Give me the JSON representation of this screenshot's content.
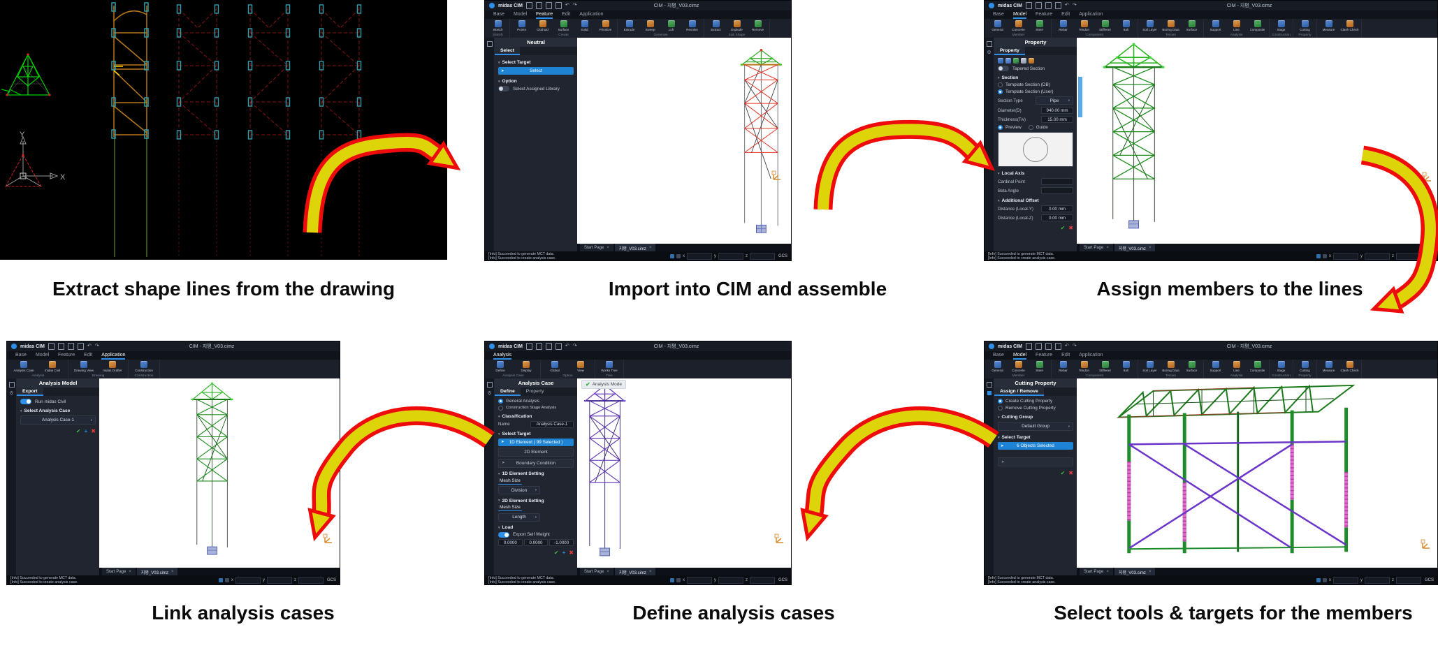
{
  "captions": {
    "extract": "Extract shape lines from the drawing",
    "import": "Import into CIM and assemble",
    "assign": "Assign members to the lines",
    "link": "Link analysis cases",
    "define": "Define analysis cases",
    "select": "Select tools & targets for the members"
  },
  "glyphs": {
    "caret": "▾",
    "dd": "▾",
    "cursor": "➤",
    "close": "×",
    "check": "✔",
    "plus": "+",
    "cross": "✖",
    "undo": "↶",
    "redo": "↷"
  },
  "colors": {
    "accent_blue": "#2e8fe8",
    "select_button_blue": "#1e83d3",
    "arrow_yellow": "#ddd50a",
    "arrow_red": "#ee0b0b",
    "cad_green": "#00cc00",
    "cad_orange": "#b8791a",
    "cad_cyan": "#2f9fae",
    "cad_red": "#8a1510",
    "model_red": "#e03225",
    "model_green": "#1d8c1d",
    "model_purple": "#5b32b4",
    "cut_pink": "#e06ad0",
    "status_green": "#43b649",
    "status_red": "#e23b3b"
  },
  "window": {
    "brand": "midas CIM",
    "doc_title": "CIM - 지평_V03.cimz",
    "vtab_start": "Start Page",
    "vtab_doc": "지평_V03.cimz",
    "status1": "[Info] Succeeded to generate MCT data.",
    "status2": "[Info] Succeeded to create analysis case.",
    "coord_x": "x",
    "coord_y": "y",
    "coord_z": "z",
    "gcs": "GCS"
  },
  "menus": {
    "m0": "Base",
    "m1": "Model",
    "m2": "Feature",
    "m3": "Edit",
    "m4": "Application",
    "analysis": "Analysis"
  },
  "ribbons": {
    "feature": {
      "groups": [
        {
          "label": "Sketch",
          "items": [
            "Sketch"
          ]
        },
        {
          "label": "Create",
          "items": [
            "Points",
            "Clothoid",
            "Surface",
            "Solid",
            "Primitive"
          ]
        },
        {
          "label": "Generate",
          "items": [
            "Extrude",
            "Sweep",
            "Loft",
            "Revolve"
          ]
        },
        {
          "label": "Sub Shape",
          "items": [
            "Extract",
            "Explode",
            "Remove"
          ]
        }
      ]
    },
    "model": {
      "groups": [
        {
          "label": "Member",
          "items": [
            "General",
            "Concrete",
            "Steel"
          ]
        },
        {
          "label": "Component",
          "items": [
            "Rebar",
            "Tendon",
            "Stiffener",
            "Bolt"
          ]
        },
        {
          "label": "Terrain",
          "items": [
            "Soil Layer",
            "Boring Data",
            "Surface"
          ]
        },
        {
          "label": "Analysis",
          "items": [
            "Support",
            "Line",
            "Composite"
          ]
        },
        {
          "label": "Construction",
          "items": [
            "Stage"
          ]
        },
        {
          "label": "Property",
          "items": [
            "Cutting"
          ]
        },
        {
          "label": "",
          "items": [
            "Measure",
            "Clash Check"
          ]
        }
      ]
    },
    "application": {
      "groups": [
        {
          "label": "Analysis",
          "items": [
            "Analysis Case",
            "midas Civil"
          ]
        },
        {
          "label": "Drawing",
          "items": [
            "Drawing View",
            "midas Drafter"
          ]
        },
        {
          "label": "Construction",
          "items": [
            "Construction"
          ]
        }
      ]
    },
    "analysis": {
      "groups": [
        {
          "label": "Analysis Case",
          "items": [
            "Define",
            "Display"
          ]
        },
        {
          "label": "Option",
          "items": [
            "Global",
            "View"
          ]
        },
        {
          "label": "Tree",
          "items": [
            "Works Tree"
          ]
        }
      ]
    }
  },
  "cad": {
    "axis_y": "Y",
    "axis_x": "X"
  },
  "p2": {
    "title": "Neutral",
    "tab": "Select",
    "target_label": "Select Target",
    "select_button": "Select",
    "option_label": "Option",
    "toggle_label": "Select Assigned Library"
  },
  "p3": {
    "title": "Property",
    "tab": "Property",
    "tapered_toggle": "Tapered Section",
    "section_label": "Section",
    "radio_db": "Template Section (DB)",
    "radio_user": "Template Section (User)",
    "type_label": "Section Type",
    "type_value": "Pipe",
    "diameter_label": "Diameter(D)",
    "diameter_value": "940.00 mm",
    "thickness_label": "Thickness(Tw)",
    "thickness_value": "15.00 mm",
    "preview_label": "Preview",
    "guide_label": "Guide",
    "local_axis_label": "Local Axis",
    "cardinal_label": "Cardinal Point",
    "cardinal_value": "",
    "beta_label": "Beta Angle",
    "beta_value": "",
    "offset_label": "Additional Offset",
    "dist_y_label": "Distance (Local-Y)",
    "dist_y_value": "0.00 mm",
    "dist_z_label": "Distance (Local-Z)",
    "dist_z_value": "0.00 mm"
  },
  "p4": {
    "title": "Analysis Model",
    "tab": "Export",
    "run_toggle": "Run midas Civil",
    "case_label": "Select Analysis Case",
    "case_value": "Analysis Case-1"
  },
  "p5": {
    "title": "Analysis Case",
    "tab_define": "Define",
    "tab_property": "Property",
    "radio_general": "General Analysis",
    "radio_stage": "Construction Stage Analysis",
    "classification_label": "Classification",
    "name_label": "Name",
    "name_value": "Analysis Case-1",
    "target_label": "Select Target",
    "btn_1d": "1D Element ( 99 Selected )",
    "btn_2d": "2D Element",
    "btn_boundary": "Boundary Condition",
    "setting_1d_label": "1D Element Setting",
    "mesh_label": "Mesh Size",
    "division_value": "Division",
    "setting_2d_label": "2D Element Setting",
    "length_value": "Length",
    "load_label": "Load",
    "self_weight_toggle": "Export Self Weight",
    "load_x": "0.0000",
    "load_y": "0.0000",
    "load_z": "-1.0000",
    "analysis_mode_badge": "Analysis Mode"
  },
  "p6": {
    "title": "Cutting Property",
    "tab": "Assign / Remove",
    "radio_create": "Create Cutting Property",
    "radio_remove": "Remove Cutting Property",
    "group_label": "Cutting Group",
    "group_value": "Default Group",
    "target_label": "Select Target",
    "btn_selected": "6 Objects Selected",
    "btn_secondary": ""
  }
}
